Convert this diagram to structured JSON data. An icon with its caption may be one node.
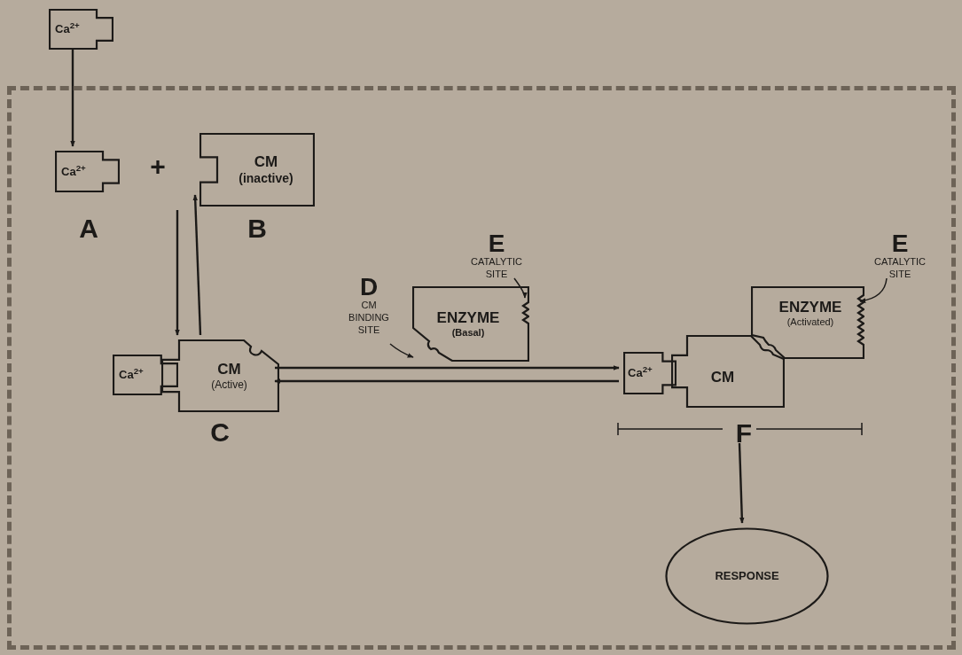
{
  "diagram": {
    "nodes": [
      {
        "text": [],
        "shape": "box"
      },
      {
        "text": [
          "Ca$^{2+}$"
        ]
      },
      {
        "text": [
          "Ca$^{2+}$"
        ],
        "beside": [
          "A"
        ],
        "in": 0
      },
      {
        "text": [
          "CM",
          "(inactive)"
        ],
        "beside": [
          "B"
        ],
        "in": 0
      },
      {
        "text": [
          "Ca$^{2+}$"
        ],
        "in": 0
      },
      {
        "text": [
          "CM",
          "(Active)"
        ],
        "beside": [
          "C"
        ],
        "in": 0
      },
      {
        "text": [
          "ENZYME",
          "(Basal)"
        ],
        "in": 0
      },
      {
        "text": [
          "D",
          "CM BINDING SITE"
        ],
        "in": 0
      },
      {
        "text": [
          "E",
          "CATALYTIC SITE"
        ],
        "in": 0
      },
      {
        "text": [
          "Ca$^{2+}$"
        ],
        "in": 0
      },
      {
        "text": [
          "CM"
        ],
        "in": 0
      },
      {
        "text": [
          "ENZYME",
          "(Activated)"
        ],
        "in": 0
      },
      {
        "text": [
          "E",
          "CATALYTIC SITE"
        ],
        "in": 0
      },
      {
        "text": [
          "F"
        ],
        "in": 0
      },
      {
        "text": [
          "RESPONSE"
        ],
        "in": 0
      }
    ],
    "edges": [
      {
        "from": 1,
        "to": 2,
        "arrow": "to"
      },
      {
        "from": null,
        "to": 5,
        "arrow": "to"
      },
      {
        "from": 5,
        "to": 3,
        "arrow": "to"
      },
      {
        "from": 5,
        "to": 9,
        "arrow": "to"
      },
      {
        "from": 9,
        "to": 5,
        "arrow": "to"
      },
      {
        "from": 7,
        "to": 6,
        "arrow": "to"
      },
      {
        "from": 8,
        "to": 6,
        "arrow": "to"
      },
      {
        "from": 12,
        "to": 11,
        "arrow": "to"
      },
      {
        "from": 13,
        "to": 14,
        "arrow": "to"
      }
    ],
    "labels": [
      "+"
    ]
  }
}
